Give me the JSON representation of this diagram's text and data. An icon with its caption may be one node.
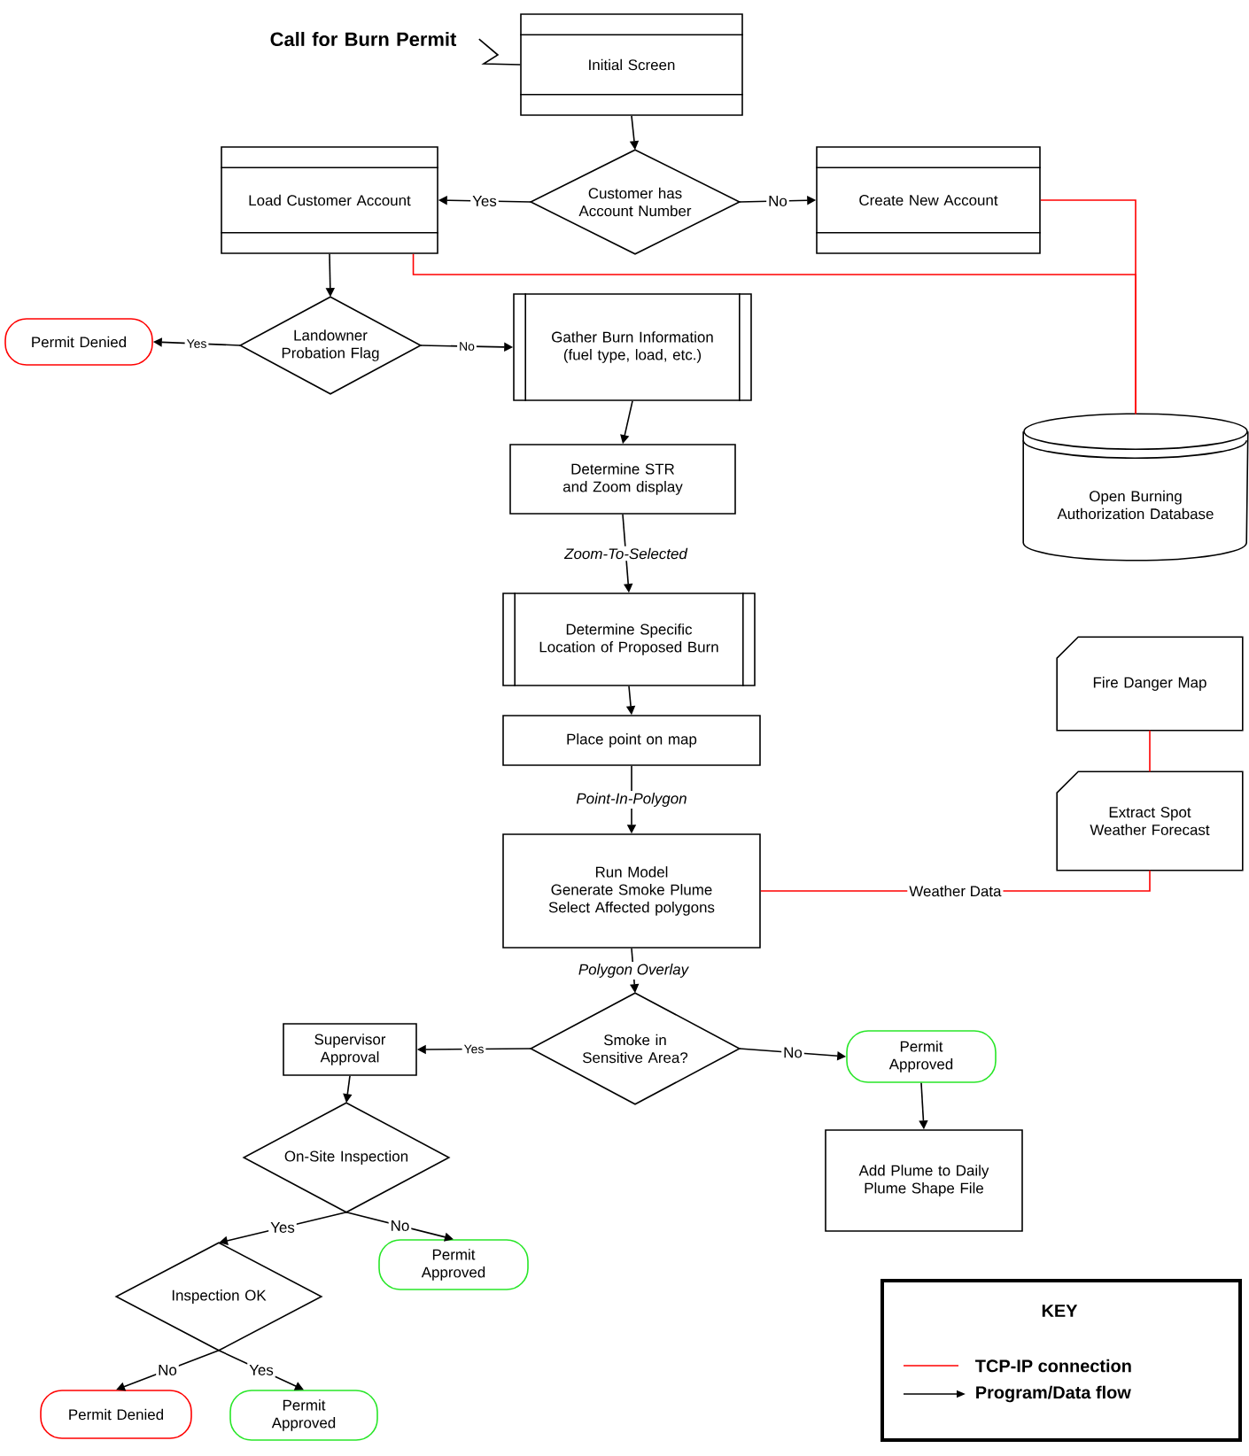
{
  "diagram": {
    "nodes": [
      {
        "text": [
          "Call for Burn Permit"
        ]
      },
      {
        "text": [
          "Initial Screen"
        ]
      },
      {
        "text": [
          "Customer has Account Number"
        ]
      },
      {
        "text": [
          "Load Customer Account"
        ]
      },
      {
        "text": [
          "Create New Account"
        ]
      },
      {
        "text": [
          "Permit Denied"
        ]
      },
      {
        "text": [
          "Landowner Probation Flag"
        ]
      },
      {
        "text": [
          "Gather Burn Information (fuel type, load, etc.)"
        ]
      },
      {
        "text": [
          "Open Burning Authorization Database"
        ]
      },
      {
        "text": [
          "Determine STR and Zoom display"
        ]
      },
      {
        "text": [
          "Determine Specific Location of Proposed Burn"
        ]
      },
      {
        "text": [
          "Fire Danger Map"
        ]
      },
      {
        "text": [
          "Place point on map"
        ]
      },
      {
        "text": [
          "Extract Spot Weather Forecast"
        ]
      },
      {
        "text": [
          "Run Model",
          "Generate Smoke Plume",
          "Select Affected polygons"
        ]
      },
      {
        "text": [
          "Smoke in Sensitive Area?"
        ]
      },
      {
        "text": [
          "Supervisor Approval"
        ]
      },
      {
        "text": [
          "Permit Approved"
        ]
      },
      {
        "text": [
          "On-Site Inspection"
        ]
      },
      {
        "text": [
          "Add Plume to Daily Plume Shape File"
        ]
      },
      {
        "text": [
          "Permit Approved"
        ]
      },
      {
        "text": [
          "Inspection OK"
        ]
      },
      {
        "text": [
          "Permit Denied"
        ]
      },
      {
        "text": [
          "Permit Approved"
        ]
      }
    ],
    "edges": [
      {
        "from": 0,
        "to": 1,
        "arrow": "none"
      },
      {
        "from": 1,
        "to": 2,
        "arrow": "to"
      },
      {
        "from": 2,
        "to": 3,
        "arrow": "to",
        "label": "Yes"
      },
      {
        "from": 2,
        "to": 4,
        "arrow": "to",
        "label": "No"
      },
      {
        "from": 3,
        "to": 6,
        "arrow": "to"
      },
      {
        "from": 6,
        "to": 5,
        "arrow": "to",
        "label": "Yes"
      },
      {
        "from": 6,
        "to": 7,
        "arrow": "to",
        "label": "No"
      },
      {
        "from": 7,
        "to": 9,
        "arrow": "to"
      },
      {
        "from": 9,
        "to": 10,
        "arrow": "to",
        "label": "Zoom-To-Selected"
      },
      {
        "from": 10,
        "to": 12,
        "arrow": "to"
      },
      {
        "from": 12,
        "to": 14,
        "arrow": "to",
        "label": "Point-In-Polygon"
      },
      {
        "from": 14,
        "to": 15,
        "arrow": "to",
        "label": "Polygon Overlay"
      },
      {
        "from": 15,
        "to": 16,
        "arrow": "to",
        "label": "Yes"
      },
      {
        "from": 15,
        "to": 17,
        "arrow": "to",
        "label": "No"
      },
      {
        "from": 16,
        "to": 18,
        "arrow": "to"
      },
      {
        "from": 17,
        "to": 19,
        "arrow": "to"
      },
      {
        "from": 18,
        "to": 21,
        "arrow": "to",
        "label": "Yes"
      },
      {
        "from": 18,
        "to": 20,
        "arrow": "to",
        "label": "No"
      },
      {
        "from": 21,
        "to": 22,
        "arrow": "to",
        "label": "No"
      },
      {
        "from": 21,
        "to": 23,
        "arrow": "to",
        "label": "Yes"
      },
      {
        "from": 4,
        "to": 8,
        "arrow": "none",
        "color": "#ff0000"
      },
      {
        "from": 3,
        "to": 8,
        "arrow": "none",
        "color": "#ff0000"
      },
      {
        "from": 11,
        "to": 13,
        "arrow": "none",
        "color": "#ff0000"
      },
      {
        "from": 13,
        "to": 14,
        "arrow": "none",
        "color": "#ff0000",
        "label": "Weather Data"
      }
    ],
    "labels": [
      "KEY"
    ],
    "legend": [
      {
        "text": "TCP-IP connection"
      },
      {
        "text": "Program/Data flow"
      }
    ]
  }
}
